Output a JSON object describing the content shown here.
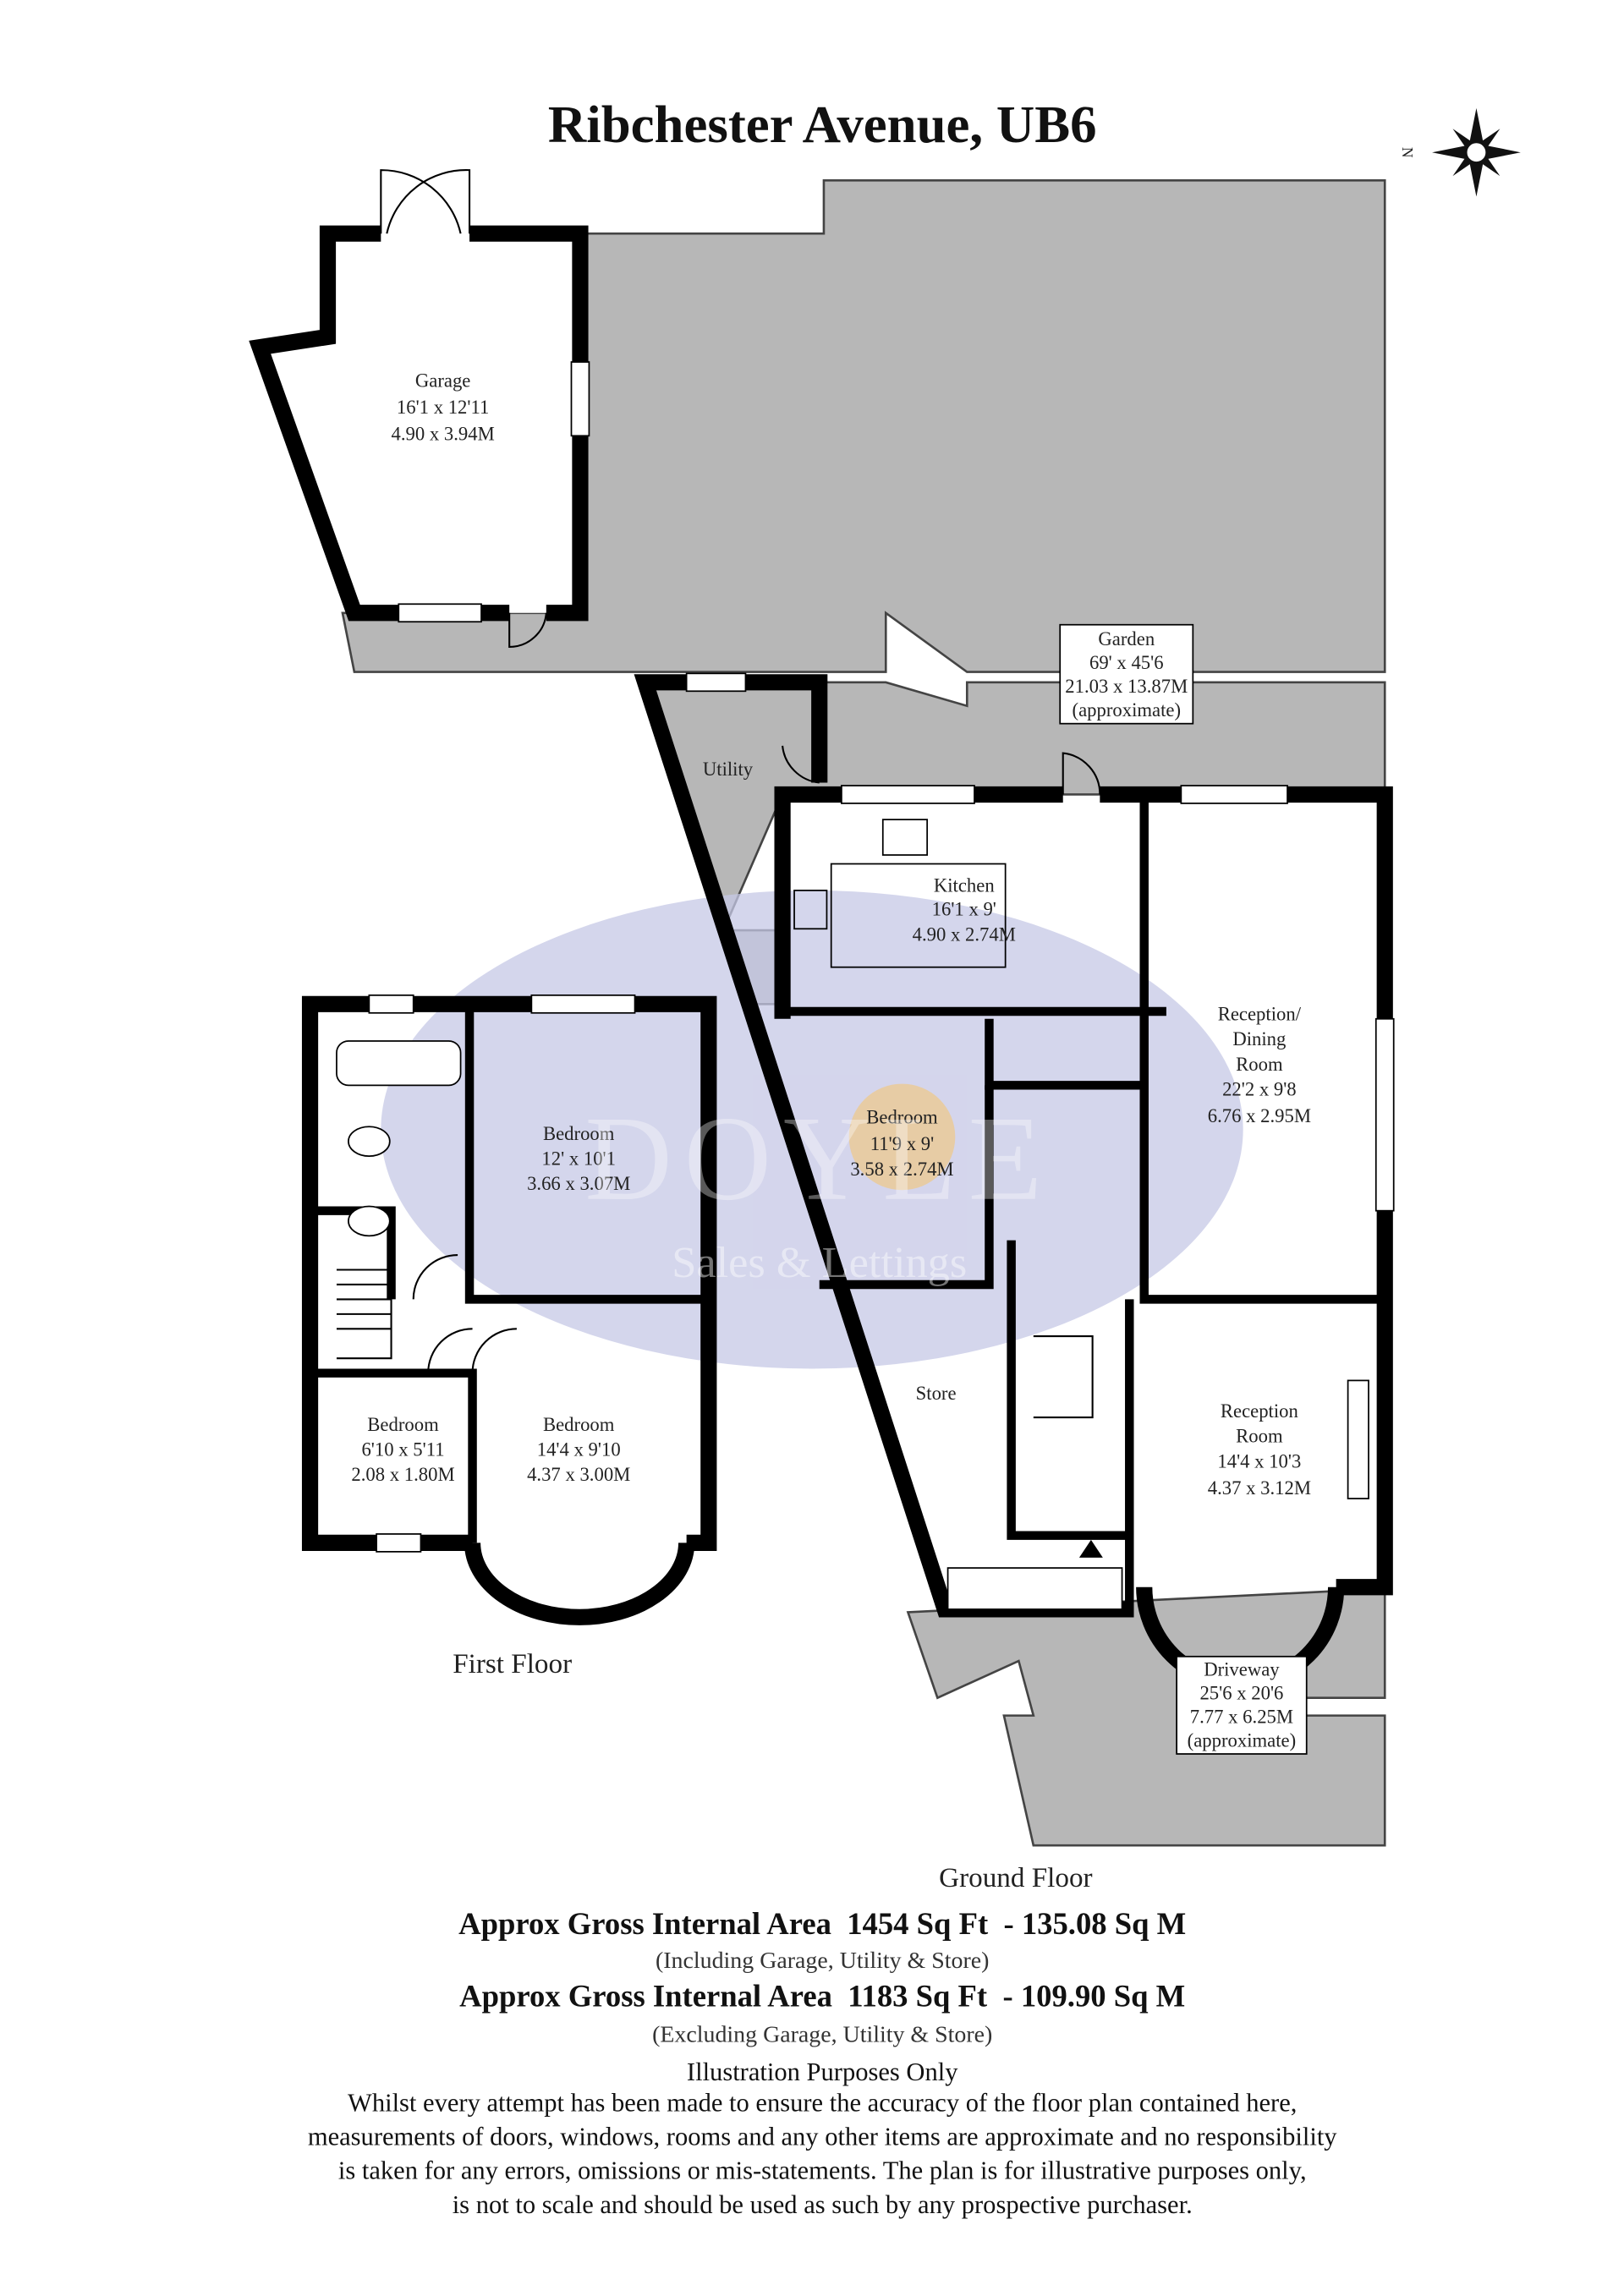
{
  "title": "Ribchester Avenue, UB6",
  "compass": {
    "label": "N",
    "icon": "compass-rose-icon"
  },
  "watermark": {
    "brand": "DOYLE",
    "tagline": "Sales & Lettings",
    "color": "#c6c8e6",
    "accent": "#f2b24a"
  },
  "colors": {
    "outdoor": "#b7b7b7",
    "walls": "#000000"
  },
  "outdoor": {
    "garden": {
      "name": "Garden",
      "imperial": "69' x 45'6",
      "metric": "21.03 x 13.87M",
      "note": "(approximate)"
    },
    "driveway": {
      "name": "Driveway",
      "imperial": "25'6 x 20'6",
      "metric": "7.77 x 6.25M",
      "note": "(approximate)"
    }
  },
  "ground_floor": {
    "label": "Ground Floor",
    "garage": {
      "name": "Garage",
      "imperial": "16'1 x 12'11",
      "metric": "4.90 x 3.94M"
    },
    "utility": {
      "name": "Utility"
    },
    "kitchen": {
      "name": "Kitchen",
      "imperial": "16'1 x 9'",
      "metric": "4.90 x 2.74M"
    },
    "reception_dining": {
      "name1": "Reception/",
      "name2": "Dining",
      "name3": "Room",
      "imperial": "22'2 x 9'8",
      "metric": "6.76 x 2.95M"
    },
    "bedroom": {
      "name": "Bedroom",
      "imperial": "11'9 x 9'",
      "metric": "3.58 x 2.74M"
    },
    "store": {
      "name": "Store"
    },
    "reception": {
      "name1": "Reception",
      "name2": "Room",
      "imperial": "14'4 x 10'3",
      "metric": "4.37 x 3.12M"
    }
  },
  "first_floor": {
    "label": "First Floor",
    "bedroom1": {
      "name": "Bedroom",
      "imperial": "12' x 10'1",
      "metric": "3.66 x 3.07M"
    },
    "bedroom2": {
      "name": "Bedroom",
      "imperial": "6'10 x 5'11",
      "metric": "2.08 x 1.80M"
    },
    "bedroom3": {
      "name": "Bedroom",
      "imperial": "14'4 x 9'10",
      "metric": "4.37 x 3.00M"
    }
  },
  "footer": {
    "area_incl": "Approx Gross Internal Area  1454 Sq Ft  - 135.08 Sq M",
    "area_incl_note": "(Including Garage, Utility & Store)",
    "area_excl": "Approx Gross Internal Area  1183 Sq Ft  - 109.90 Sq M",
    "area_excl_note": "(Excluding Garage, Utility & Store)",
    "illustration": "Illustration Purposes Only",
    "disclaimer": [
      "Whilst every attempt has been made to ensure the accuracy of the floor plan contained here,",
      "measurements of doors, windows, rooms and any other items are approximate and no responsibility",
      "is taken for any errors, omissions or mis-statements. The plan is for illustrative purposes only,",
      "is not to scale and should be used as such by any prospective purchaser."
    ]
  }
}
